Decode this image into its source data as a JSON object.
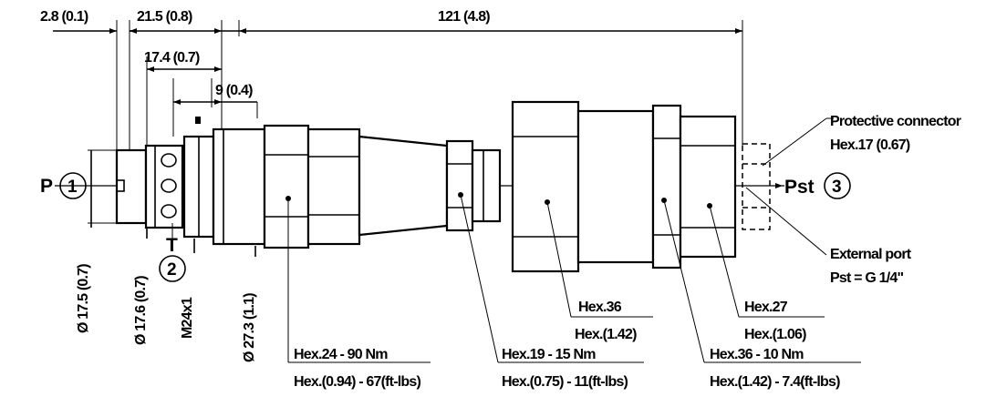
{
  "dimensions": {
    "top_left": "2.8 (0.1)",
    "top_mid": "21.5 (0.8)",
    "top_overall": "121 (4.8)",
    "second_row": "17.4 (0.7)",
    "third_row": "9 (0.4)"
  },
  "ports": {
    "p_letter": "P",
    "p_number": "1",
    "t_letter": "T",
    "t_number": "2",
    "pst_letter": "Pst",
    "pst_number": "3"
  },
  "diameters": {
    "d1": "Ø 17.5 (0.7)",
    "d2": "Ø 17.6 (0.7)",
    "thread": "M24x1",
    "d3": "Ø 27.3 (1.1)"
  },
  "callouts": {
    "protective_connector_line1": "Protective connector",
    "protective_connector_line2": "Hex.17 (0.67)",
    "external_port_line1": "External port",
    "external_port_line2": "Pst = G 1/4\"",
    "hex36_line1": "Hex.36",
    "hex36_line2": "Hex.(1.42)",
    "hex27_line1": "Hex.27",
    "hex27_line2": "Hex.(1.06)",
    "hex24_line1": "Hex.24 - 90 Nm",
    "hex24_line2": "Hex.(0.94) - 67(ft-lbs)",
    "hex19_line1": "Hex.19 - 15 Nm",
    "hex19_line2": "Hex.(0.75) - 11(ft-lbs)",
    "hex36b_line1": "Hex.36 - 10 Nm",
    "hex36b_line2": "Hex.(1.42) - 7.4(ft-lbs)"
  }
}
